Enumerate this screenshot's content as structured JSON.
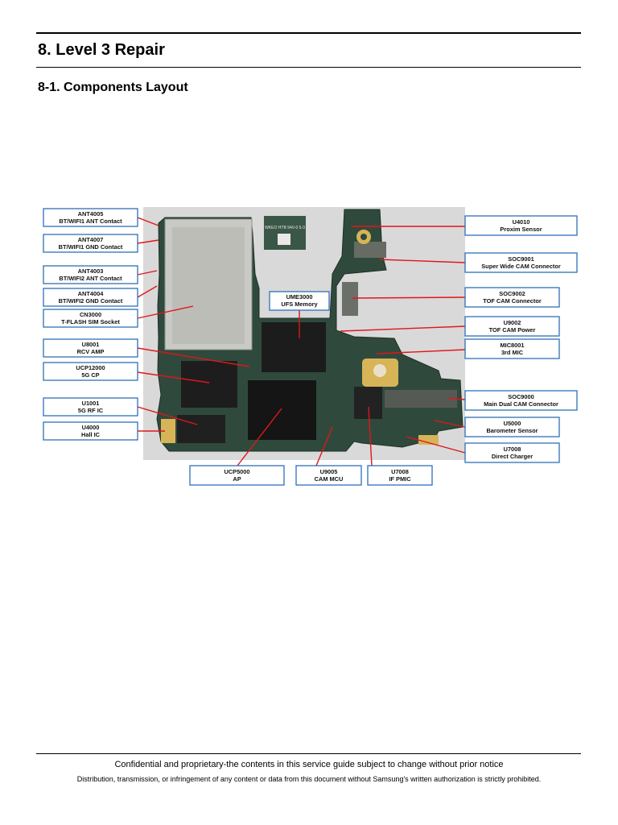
{
  "header": {
    "title": "8. Level 3 Repair",
    "section": "8-1. Components Layout"
  },
  "board": {
    "marking": "WKEO HTB 94V-0 5-3"
  },
  "labels": [
    {
      "id": "ANT4005",
      "lines": [
        "ANT4005",
        "BT/WIFI1 ANT Contact"
      ]
    },
    {
      "id": "ANT4007",
      "lines": [
        "ANT4007",
        "BT/WIFI1 GND Contact"
      ]
    },
    {
      "id": "ANT4003",
      "lines": [
        "ANT4003",
        "BT/WIFI2 ANT Contact"
      ]
    },
    {
      "id": "ANT4004",
      "lines": [
        "ANT4004",
        "BT/WIFI2 GND Contact"
      ]
    },
    {
      "id": "CN3000",
      "lines": [
        "CN3000",
        "T-FLASH SIM Socket"
      ]
    },
    {
      "id": "U8001",
      "lines": [
        "U8001",
        "RCV AMP"
      ]
    },
    {
      "id": "UCP12000",
      "lines": [
        "UCP12000",
        "5G CP"
      ]
    },
    {
      "id": "U1001",
      "lines": [
        "U1001",
        "5G RF IC"
      ]
    },
    {
      "id": "U4000",
      "lines": [
        "U4000",
        "Hall IC"
      ]
    },
    {
      "id": "UME3000",
      "lines": [
        "UME3000",
        "UFS Memory"
      ]
    },
    {
      "id": "UCP5000",
      "lines": [
        "UCP5000",
        "AP"
      ]
    },
    {
      "id": "U9005",
      "lines": [
        "U9005",
        "CAM MCU"
      ]
    },
    {
      "id": "U7008",
      "lines": [
        "U7008",
        "IF PMIC"
      ]
    },
    {
      "id": "U4010",
      "lines": [
        "U4010",
        "Proxim Sensor"
      ]
    },
    {
      "id": "SOC9001",
      "lines": [
        "SOC9001",
        "Super Wide CAM Connector"
      ]
    },
    {
      "id": "SOC9002",
      "lines": [
        "SOC9002",
        "TOF CAM Connector"
      ]
    },
    {
      "id": "U9002",
      "lines": [
        "U9002",
        "TOF CAM Power"
      ]
    },
    {
      "id": "MIC8001",
      "lines": [
        "MIC8001",
        "3rd MIC"
      ]
    },
    {
      "id": "SOC9000",
      "lines": [
        "SOC9000",
        "Main Dual CAM Connector"
      ]
    },
    {
      "id": "U5000",
      "lines": [
        "U5000",
        "Barometer Sensor"
      ]
    },
    {
      "id": "U7008b",
      "lines": [
        "U7008",
        "Direct Charger"
      ]
    }
  ],
  "footer": {
    "line1": "Confidential and proprietary-the contents in this service guide subject to change without prior notice",
    "line2": "Distribution, transmission, or infringement of any content or data from this document without Samsung's written authorization is strictly prohibited."
  },
  "colors": {
    "label_border": "#2e6fb8",
    "leader_line": "#e0161b",
    "pcb": "#2f4a3c",
    "photo_background": "#d9d9d9"
  }
}
